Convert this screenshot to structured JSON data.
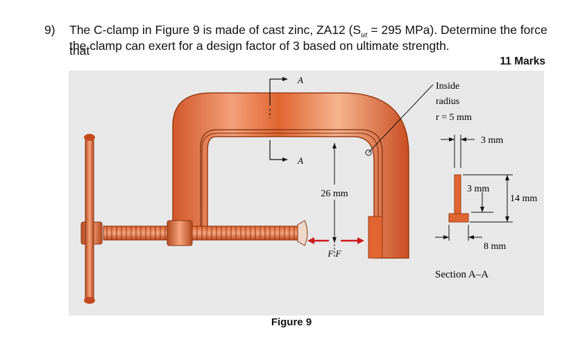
{
  "question": {
    "number": "9)",
    "line1": "The C-clamp in Figure 9 is made of cast zinc, ZA12 (S",
    "sub": "ut",
    "line1_rest": " = 295 MPa). Determine the force that",
    "line2": "the clamp can exert for a design factor of 3 based on ultimate strength."
  },
  "marks": "11 Marks",
  "figure": {
    "section_label_top": "A",
    "section_label_bottom": "A",
    "dim_gap": "26 mm",
    "force_labels": "F F",
    "inside_radius": "Inside",
    "inside_radius_2": "radius",
    "inside_radius_3": "r = 5 mm",
    "dim_top_width": "3 mm",
    "dim_web": "3 mm",
    "dim_height": "14 mm",
    "dim_flange": "8 mm",
    "section_caption": "Section A–A"
  },
  "caption": "Figure 9",
  "colors": {
    "clamp": "#e0683a",
    "clamp_dark": "#b5491f",
    "clamp_light": "#f5a47c",
    "bg": "#e8e8e8"
  }
}
